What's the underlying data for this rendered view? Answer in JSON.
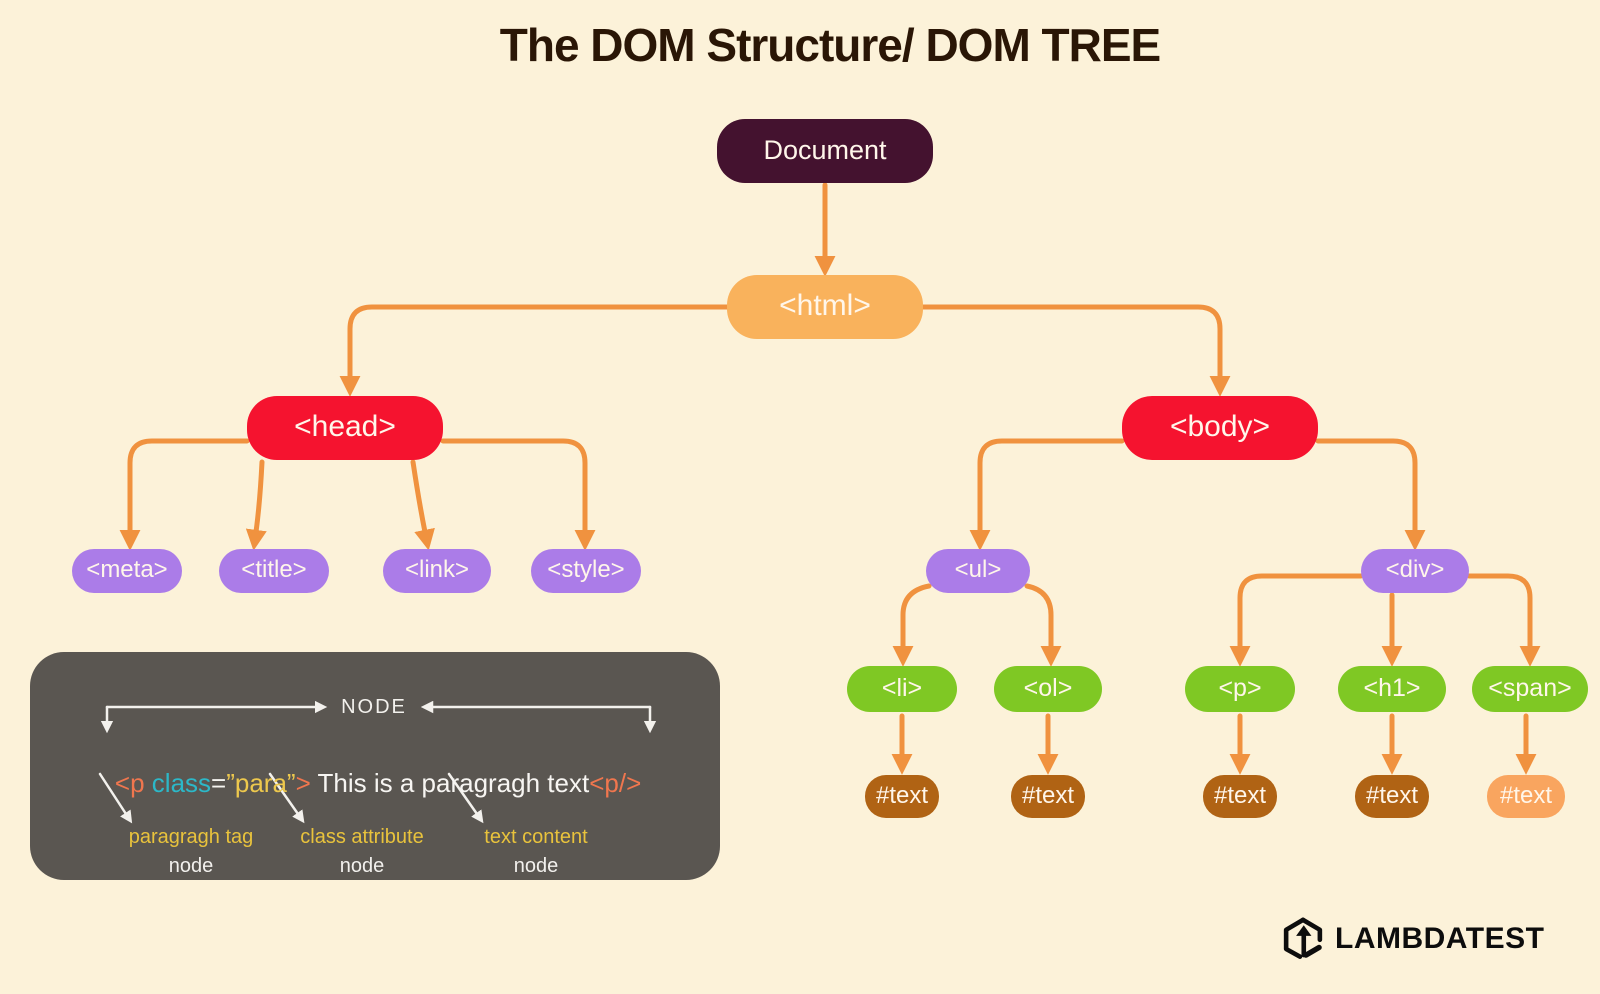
{
  "title": "The DOM Structure/ DOM TREE",
  "colors": {
    "background": "#FCF2D9",
    "document_node": "#44122F",
    "html_node": "#F9B25C",
    "section_node": "#F5132F",
    "tag_node": "#AB7CE8",
    "leaf_node": "#7FC824",
    "text_node": "#B06314",
    "text_node_light": "#F9A55F",
    "arrow": "#F0923F",
    "explainer_box": "#5A5651",
    "code_tag": "#F0764E",
    "code_attr_name": "#2CB8C8",
    "code_attr_value": "#EDC84D",
    "annotation_yellow": "#E9C33C",
    "logo": "#0D0D0D"
  },
  "tree": {
    "nodes": [
      {
        "id": "document",
        "label": "Document"
      },
      {
        "id": "html",
        "label": "<html>"
      },
      {
        "id": "head",
        "label": "<head>"
      },
      {
        "id": "body",
        "label": "<body>"
      },
      {
        "id": "meta",
        "label": "<meta>"
      },
      {
        "id": "title",
        "label": "<title>"
      },
      {
        "id": "link",
        "label": "<link>"
      },
      {
        "id": "style",
        "label": "<style>"
      },
      {
        "id": "ul",
        "label": "<ul>"
      },
      {
        "id": "div",
        "label": "<div>"
      },
      {
        "id": "li",
        "label": "<li>"
      },
      {
        "id": "ol",
        "label": "<ol>"
      },
      {
        "id": "p",
        "label": "<p>"
      },
      {
        "id": "h1",
        "label": "<h1>"
      },
      {
        "id": "span",
        "label": "<span>"
      },
      {
        "id": "text-li",
        "label": "#text"
      },
      {
        "id": "text-ol",
        "label": "#text"
      },
      {
        "id": "text-p",
        "label": "#text"
      },
      {
        "id": "text-h1",
        "label": "#text"
      },
      {
        "id": "text-span",
        "label": "#text"
      }
    ]
  },
  "explainer": {
    "node_word": "NODE",
    "code": {
      "tag_open": "<p",
      "attr_name": " class",
      "equals": "=",
      "attr_value": "”para”",
      "bracket_close": ">",
      "text_content": " This is a paragragh text",
      "tag_close": "<p/>"
    },
    "annotations": [
      {
        "line1": "paragragh tag",
        "line2": "node"
      },
      {
        "line1": "class attribute",
        "line2": "node"
      },
      {
        "line1": "text content",
        "line2": "node"
      }
    ]
  },
  "footer": {
    "brand": "LAMBDATEST"
  }
}
